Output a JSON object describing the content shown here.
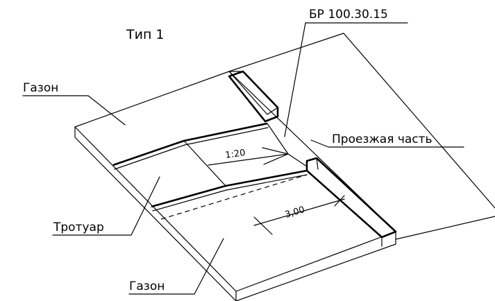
{
  "drawing": {
    "title": "Тип 1",
    "labels": {
      "curb_stone": "БР 100.30.15",
      "lawn_top": "Газон",
      "lawn_bottom": "Газон",
      "sidewalk": "Тротуар",
      "roadway": "Проезжая часть"
    },
    "dimensions": {
      "slope": "1:20",
      "width": "3,00"
    }
  }
}
